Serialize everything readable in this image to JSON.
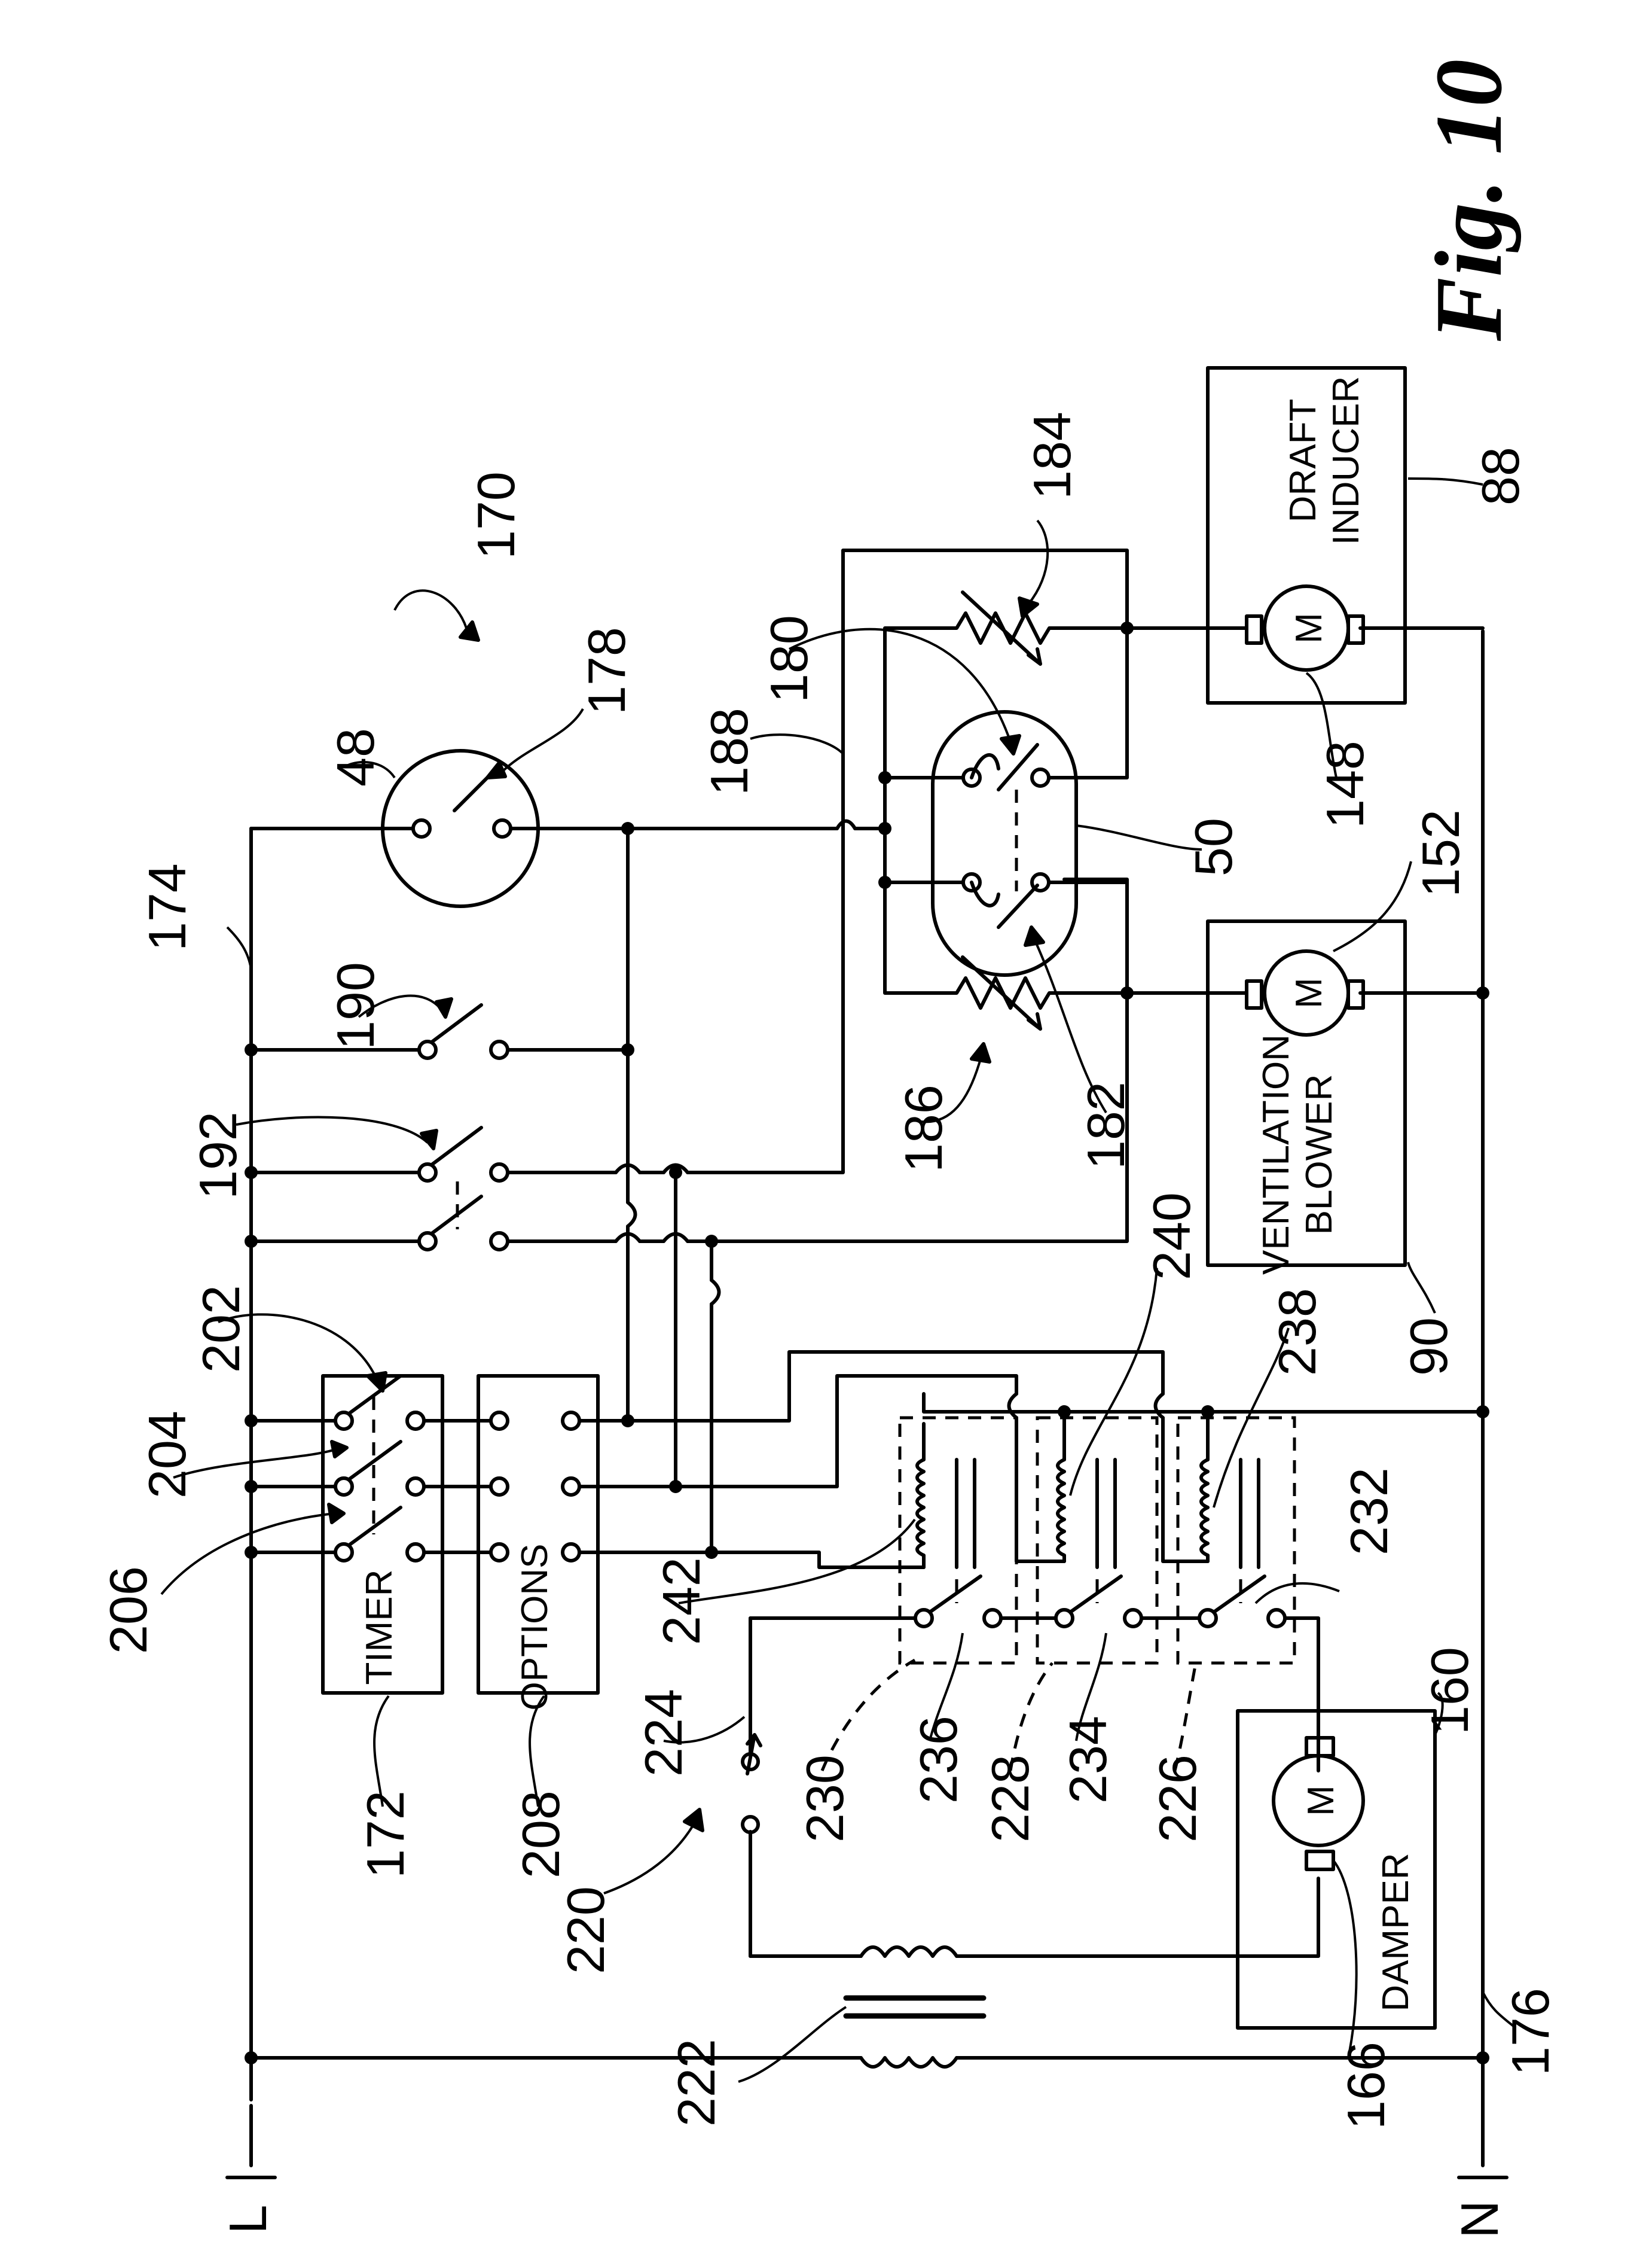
{
  "figure": {
    "label": "Fig. 10"
  },
  "terminals": {
    "line": "L",
    "neutral": "N"
  },
  "components": {
    "timer": "TIMER",
    "options": "OPTIONS",
    "damper": "DAMPER",
    "ventilation_blower": [
      "VENTILATION",
      "BLOWER"
    ],
    "draft_inducer": [
      "DRAFT",
      "INDUCER"
    ],
    "motor_symbol": "M"
  },
  "reference_numerals": {
    "n170": "170",
    "n174": "174",
    "n48": "48",
    "n178": "178",
    "n190": "190",
    "n192": "192",
    "n188": "188",
    "n180": "180",
    "n184": "184",
    "n50": "50",
    "n186": "186",
    "n182": "182",
    "n148": "148",
    "n152": "152",
    "n88": "88",
    "n90": "90",
    "n202": "202",
    "n204": "204",
    "n206": "206",
    "n172": "172",
    "n208": "208",
    "n240": "240",
    "n238": "238",
    "n242": "242",
    "n232": "232",
    "n224": "224",
    "n230": "230",
    "n236": "236",
    "n228": "228",
    "n234": "234",
    "n226": "226",
    "n160": "160",
    "n220": "220",
    "n222": "222",
    "n166": "166",
    "n176": "176"
  }
}
